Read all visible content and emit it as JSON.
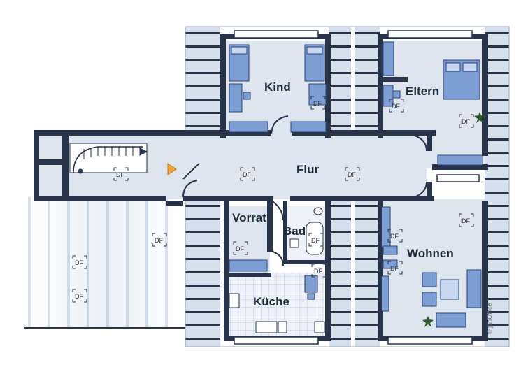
{
  "rooms": {
    "kind": "Kind",
    "eltern": "Eltern",
    "flur": "Flur",
    "vorrat": "Vorrat",
    "bad": "Bad",
    "wohnen": "Wohnen",
    "kueche": "Küche"
  },
  "marker_label": "DF",
  "watermark": "© janOffice",
  "colors": {
    "wall": "#27344a",
    "floor": "#dfe5ef",
    "furniture": "#7f9fd4",
    "furniture_dark": "#4c6ea8",
    "roof_band": "#b9c6da"
  }
}
